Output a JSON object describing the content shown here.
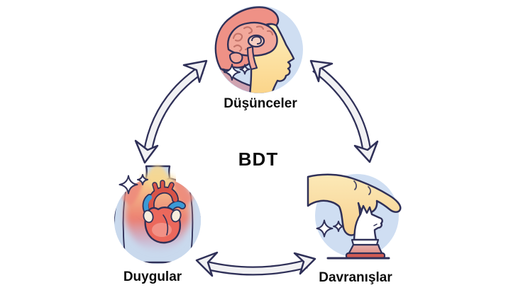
{
  "diagram": {
    "type": "cycle",
    "title": "BDT",
    "nodes": [
      {
        "id": "thoughts",
        "label": "Düşünceler",
        "icon": "head-brain-icon",
        "position": "top-center"
      },
      {
        "id": "emotions",
        "label": "Duygular",
        "icon": "chest-heart-icon",
        "position": "bottom-left"
      },
      {
        "id": "behaviors",
        "label": "Davranışlar",
        "icon": "hand-chess-knight-icon",
        "position": "bottom-right"
      }
    ],
    "connections": [
      {
        "from": "thoughts",
        "to": "emotions",
        "bidirectional": true
      },
      {
        "from": "thoughts",
        "to": "behaviors",
        "bidirectional": true
      },
      {
        "from": "emotions",
        "to": "behaviors",
        "bidirectional": true
      }
    ],
    "colors": {
      "outline": "#2f3058",
      "node_circle": "#cfdef2",
      "arrow_fill": "#f1f1f3",
      "skin_yellow": "#fbd489",
      "hair_salmon": "#ef9186",
      "brain_pink": "#f2a89b",
      "heart_red": "#eb685c",
      "vessel_blue": "#3a9ad6",
      "base_red": "#d15b53",
      "label_text": "#0c0c0c"
    }
  }
}
